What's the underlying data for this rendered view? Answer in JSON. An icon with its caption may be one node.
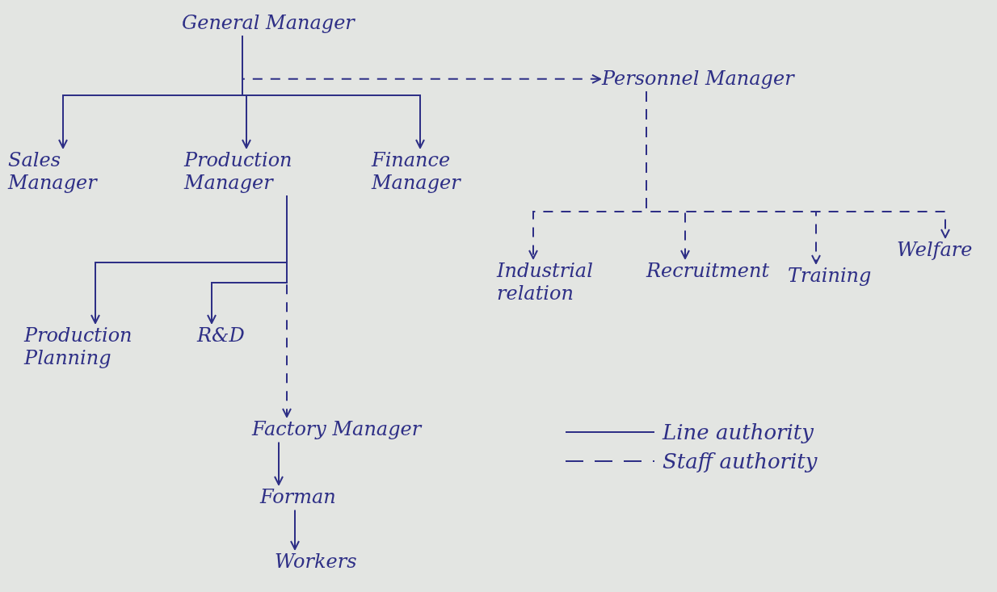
{
  "diagram": {
    "nodes": [
      {
        "text": [
          "General Manager"
        ]
      },
      {
        "text": [
          "Personnel Manager"
        ]
      },
      {
        "text": [
          "Sales Manager"
        ]
      },
      {
        "text": [
          "Production Manager"
        ]
      },
      {
        "text": [
          "Finance Manager"
        ]
      },
      {
        "text": [
          "Industrial relation"
        ]
      },
      {
        "text": [
          "Recruitment"
        ]
      },
      {
        "text": [
          "Training"
        ]
      },
      {
        "text": [
          "Welfare"
        ]
      },
      {
        "text": [
          "Production Planning"
        ]
      },
      {
        "text": [
          "R&D"
        ]
      },
      {
        "text": [
          "Factory Manager"
        ]
      },
      {
        "text": [
          "Forman"
        ]
      },
      {
        "text": [
          "Workers"
        ]
      }
    ],
    "edges": [
      {
        "from": 0,
        "to": 1,
        "arrow": "to",
        "style": "dashed"
      },
      {
        "from": 0,
        "to": 2,
        "arrow": "to"
      },
      {
        "from": 0,
        "to": 3,
        "arrow": "to"
      },
      {
        "from": 0,
        "to": 4,
        "arrow": "to"
      },
      {
        "from": 1,
        "to": 5,
        "arrow": "to",
        "style": "dashed"
      },
      {
        "from": 1,
        "to": 6,
        "arrow": "to",
        "style": "dashed"
      },
      {
        "from": 1,
        "to": 7,
        "arrow": "to",
        "style": "dashed"
      },
      {
        "from": 1,
        "to": 8,
        "arrow": "to",
        "style": "dashed"
      },
      {
        "from": 3,
        "to": 9,
        "arrow": "to"
      },
      {
        "from": 3,
        "to": 10,
        "arrow": "to"
      },
      {
        "from": 3,
        "to": 11,
        "arrow": "to",
        "style": "dashed"
      },
      {
        "from": 11,
        "to": 12,
        "arrow": "to"
      },
      {
        "from": 12,
        "to": 13,
        "arrow": "to"
      }
    ],
    "legend": [
      {
        "text": "Line authority"
      },
      {
        "text": "Staff authority"
      }
    ]
  }
}
